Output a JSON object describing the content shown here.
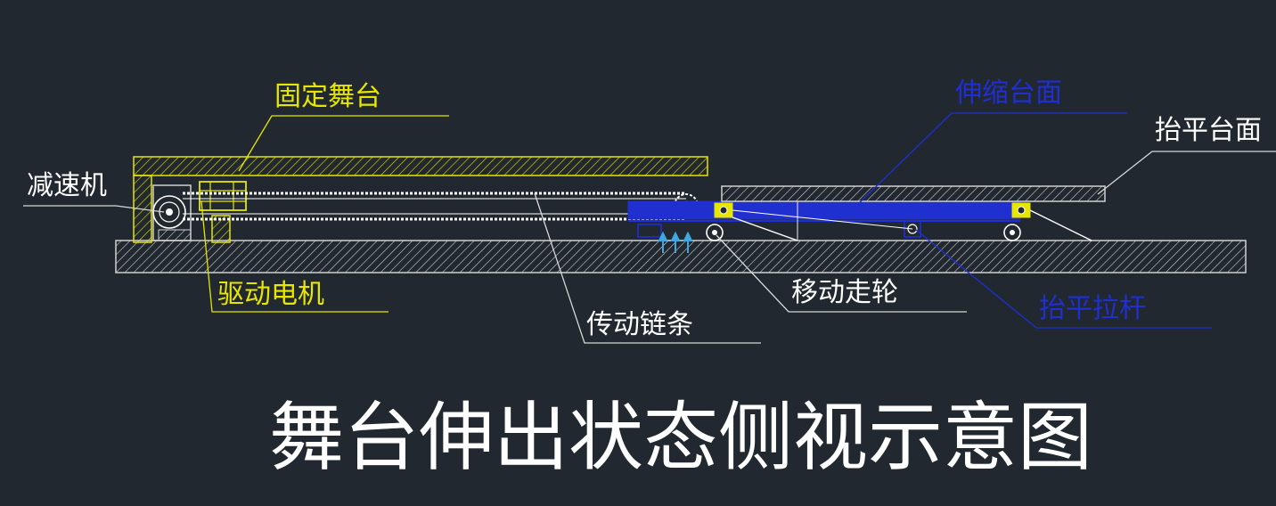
{
  "title": "舞台伸出状态侧视示意图",
  "labels": {
    "fixed_stage": "固定舞台",
    "reducer": "减速机",
    "drive_motor": "驱动电机",
    "transmission_chain": "传动链条",
    "moving_wheel": "移动走轮",
    "telescopic_deck": "伸缩台面",
    "leveling_deck": "抬平台面",
    "leveling_rod": "抬平拉杆"
  },
  "colors": {
    "background": "#212830",
    "yellow": "#e6e600",
    "blue": "#1f2fd0",
    "white": "#ffffff",
    "cyan": "#3fa8e0",
    "leader": "#d8d8d8"
  }
}
